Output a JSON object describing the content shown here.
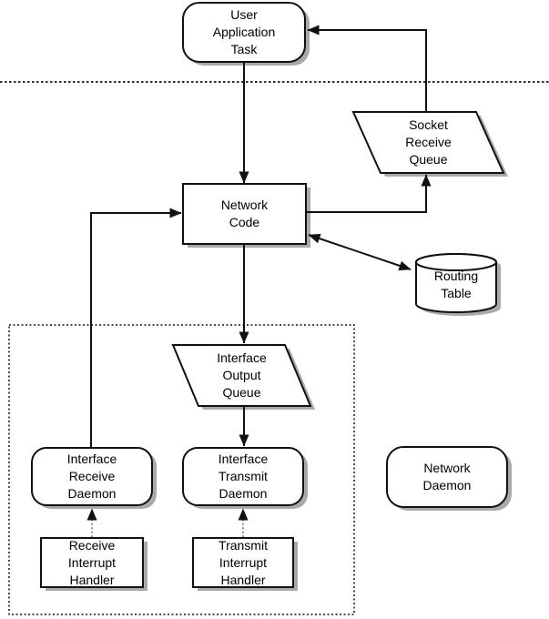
{
  "nodes": {
    "user_application_task": {
      "label": "User\nApplication\nTask",
      "shape": "rounded-rect"
    },
    "socket_receive_queue": {
      "label": "Socket\nReceive\nQueue",
      "shape": "parallelogram"
    },
    "network_code": {
      "label": "Network\nCode",
      "shape": "rect"
    },
    "routing_table": {
      "label": "Routing\nTable",
      "shape": "cylinder"
    },
    "interface_output_queue": {
      "label": "Interface\nOutput\nQueue",
      "shape": "parallelogram"
    },
    "interface_receive_daemon": {
      "label": "Interface\nReceive\nDaemon",
      "shape": "rounded-rect"
    },
    "interface_transmit_daemon": {
      "label": "Interface\nTransmit\nDaemon",
      "shape": "rounded-rect"
    },
    "network_daemon": {
      "label": "Network\nDaemon",
      "shape": "rounded-rect"
    },
    "receive_interrupt_handler": {
      "label": "Receive\nInterrupt\nHandler",
      "shape": "rect"
    },
    "transmit_interrupt_handler": {
      "label": "Transmit\nInterrupt\nHandler",
      "shape": "rect"
    }
  },
  "edges": [
    {
      "from": "user_application_task",
      "to": "network_code",
      "style": "solid-arrow"
    },
    {
      "from": "socket_receive_queue",
      "to": "user_application_task",
      "style": "solid-arrow"
    },
    {
      "from": "network_code",
      "to": "socket_receive_queue",
      "style": "solid-arrow"
    },
    {
      "from": "interface_receive_daemon",
      "to": "network_code",
      "style": "solid-arrow"
    },
    {
      "from": "network_code",
      "to": "routing_table",
      "style": "double-headed-arrow"
    },
    {
      "from": "network_code",
      "to": "interface_output_queue",
      "style": "solid-arrow"
    },
    {
      "from": "interface_output_queue",
      "to": "interface_transmit_daemon",
      "style": "solid-arrow"
    },
    {
      "from": "receive_interrupt_handler",
      "to": "interface_receive_daemon",
      "style": "dotted-arrow"
    },
    {
      "from": "transmit_interrupt_handler",
      "to": "interface_transmit_daemon",
      "style": "dotted-arrow"
    }
  ],
  "regions": {
    "user_kernel_boundary": {
      "style": "dotted-line"
    },
    "driver_region_box": {
      "style": "dotted-box"
    }
  },
  "colors": {
    "stroke": "#111111",
    "fill": "#ffffff",
    "shadow": "#a9a9a9",
    "background": "#ffffff"
  }
}
